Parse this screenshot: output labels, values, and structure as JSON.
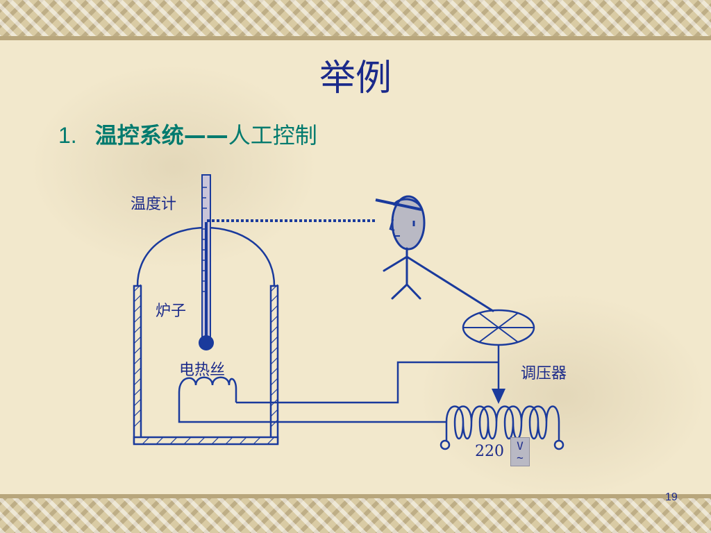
{
  "slide": {
    "title": "举例",
    "heading_number": "1.",
    "heading_bold": "温控系统——",
    "heading_rest": "人工控制",
    "page_number": "19"
  },
  "diagram": {
    "labels": {
      "thermometer": "温度计",
      "furnace": "炉子",
      "heating_wire": "电热丝",
      "regulator": "调压器",
      "voltage": "220",
      "voltage_unit": "V",
      "ac_symbol": "~"
    }
  },
  "colors": {
    "line": "#1a3a9c",
    "title": "#1b2a8a",
    "heading": "#007a6e",
    "background": "#f2e8cc"
  }
}
